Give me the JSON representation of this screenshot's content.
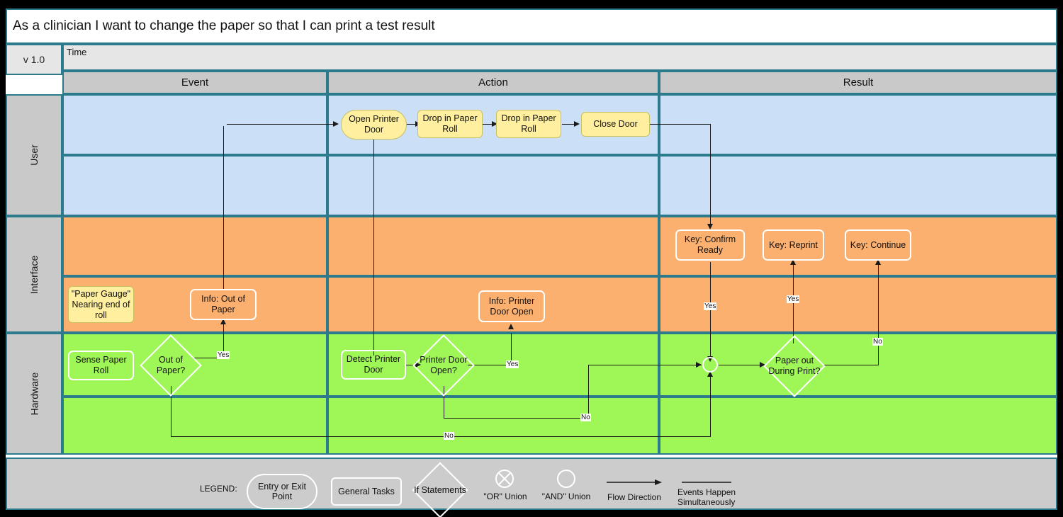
{
  "title": "As a clinician I want to change the paper so that I can print a test result",
  "version_label": "v 1.0",
  "time_label": "Time",
  "columns": [
    {
      "label": "Event"
    },
    {
      "label": "Action"
    },
    {
      "label": "Result"
    }
  ],
  "lanes": [
    {
      "label": "User",
      "color": "#cbe0f7"
    },
    {
      "label": "Interface",
      "color": "#fcb070"
    },
    {
      "label": "Hardware",
      "color": "#9ef756"
    }
  ],
  "nodes": {
    "open_printer_door": "Open Printer Door",
    "drop_paper_roll_1": "Drop in Paper Roll",
    "drop_paper_roll_2": "Drop in Paper Roll",
    "close_door": "Close Door",
    "key_confirm_ready": "Key: Confirm Ready",
    "key_reprint": "Key: Reprint",
    "key_continue": "Key: Continue",
    "paper_gauge": "\"Paper Gauge\" Nearing end of roll",
    "info_out_of_paper": "Info: Out of Paper",
    "info_printer_door_open": "Info: Printer Door Open",
    "sense_paper_roll": "Sense Paper Roll",
    "out_of_paper": "Out of Paper?",
    "detect_printer_door": "Detect Printer Door",
    "printer_door_open": "Printer Door Open?",
    "paper_out_during_print": "Paper out During Print?"
  },
  "edge_labels": {
    "yes_out_of_paper": "Yes",
    "yes_printer_door_open": "Yes",
    "yes_confirm_ready": "Yes",
    "yes_reprint": "Yes",
    "no_paper_out_during_print": "No",
    "no_printer_door_open": "No",
    "no_out_of_paper": "No"
  },
  "legend": {
    "heading": "LEGEND:",
    "entry_exit": "Entry or Exit Point",
    "general_tasks": "General Tasks",
    "if_statements": "If Statements",
    "or_union": "\"OR\" Union",
    "and_union": "\"AND\" Union",
    "flow_direction": "Flow Direction",
    "simultaneous": "Events Happen Simultaneously"
  },
  "colors": {
    "border": "#2b7b8c",
    "header_gray": "#c9c9c9",
    "version_gray": "#e6e6e6",
    "legend_gray": "#cccccc",
    "task_yellow": "#ffef9e",
    "lane_user": "#cbe0f7",
    "lane_interface": "#fcb070",
    "lane_hardware": "#9ef756"
  }
}
